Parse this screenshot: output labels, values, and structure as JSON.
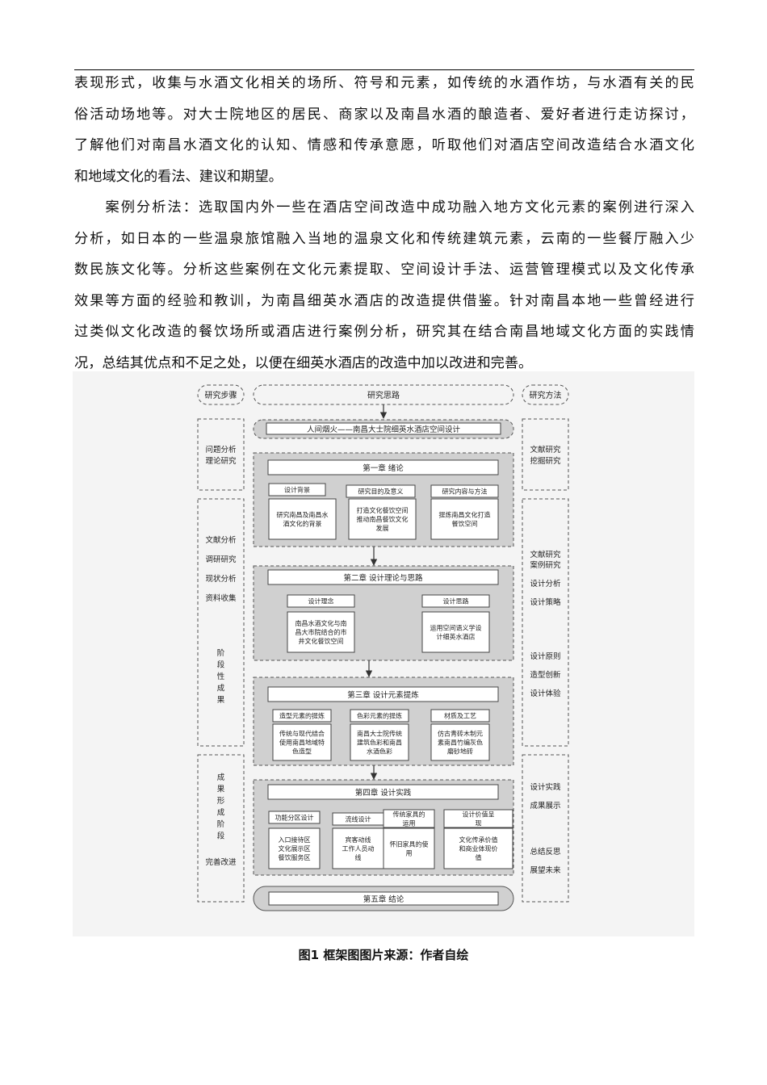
{
  "paragraphs": [
    {
      "lines": [
        "表现形式，收集与水酒文化相关的场所、符号和元素，如传统的水酒作坊，与水酒有关的民",
        "俗活动场地等。对大士院地区的居民、商家以及南昌水酒的酿造者、爱好者进行走访探讨，",
        "了解他们对南昌水酒文化的认知、情感和传承意愿，听取他们对酒店空间改造结合水酒文化",
        "和地域文化的看法、建议和期望。"
      ]
    },
    {
      "lines": [
        "　　案例分析法：选取国内外一些在酒店空间改造中成功融入地方文化元素的案例进行深入",
        "分析，如日本的一些温泉旅馆融入当地的温泉文化和传统建筑元素，云南的一些餐厅融入少",
        "数民族文化等。分析这些案例在文化元素提取、空间设计手法、运营管理模式以及文化传承",
        "效果等方面的经验和教训，为南昌细英水酒店的改造提供借鉴。针对南昌本地一些曾经进行",
        "过类似文化改造的餐饮场所或酒店进行案例分析，研究其在结合南昌地域文化方面的实践情",
        "况，总结其优点和不足之处，以便在细英水酒店的改造中加以改进和完善。"
      ]
    }
  ],
  "figure": {
    "header": {
      "left": "研究步骤",
      "center": "研究思路",
      "right": "研究方法"
    },
    "title_bar": "人间烟火——南昌大士院细英水酒店空间设计",
    "left_column": {
      "box1": [
        "问题分析",
        "理论研究"
      ],
      "box2": [
        "文献分析",
        "调研研究",
        "现状分析",
        "资料收集"
      ],
      "box2_vertical": [
        "阶",
        "段",
        "性",
        "成",
        "果"
      ],
      "box3_vertical": [
        "成",
        "果",
        "形",
        "成",
        "阶",
        "段"
      ],
      "box3_tail": "完善改进"
    },
    "right_column": {
      "box1": [
        "文献研究",
        "挖掘研究"
      ],
      "box2": [
        "文献研究",
        "案例研究",
        "设计分析",
        "设计策略",
        "设计原则",
        "造型创新",
        "设计体验"
      ],
      "box3": [
        "设计实践",
        "成果展示",
        "总结反思",
        "展望未来"
      ]
    },
    "chapter1": {
      "title": "第一章  绪论",
      "items": [
        {
          "label": "设计背景",
          "content": [
            "研究南昌及南昌水",
            "酒文化的背景"
          ]
        },
        {
          "label": "研究目的及意义",
          "content": [
            "打造文化餐饮空间",
            "推动南昌餐饮文化",
            "发展"
          ]
        },
        {
          "label": "研究内容与方法",
          "content": [
            "提炼南昌文化打造",
            "餐饮空间"
          ]
        }
      ]
    },
    "chapter2": {
      "title": "第二章  设计理论与思路",
      "items": [
        {
          "label": "设计理念",
          "content": [
            "南昌水酒文化与南",
            "昌大市院结合的市",
            "井文化餐饮空间"
          ]
        },
        {
          "label": "设计思路",
          "content": [
            "运用空间语义学设",
            "计细英水酒店"
          ]
        }
      ]
    },
    "chapter3": {
      "title": "第三章  设计元素提炼",
      "items": [
        {
          "label": "造型元素的提炼",
          "content": [
            "传统与现代结合",
            "使用南昌地域特",
            "色造型"
          ]
        },
        {
          "label": "色彩元素的提炼",
          "content": [
            "南昌大士院传统",
            "建筑色彩和南昌",
            "水酒色彩"
          ]
        },
        {
          "label": "材质及工艺",
          "content": [
            "仿古青砖木制元",
            "素南昌竹编灰色",
            "磨砂地砖"
          ]
        }
      ]
    },
    "chapter4": {
      "title": "第四章  设计实践",
      "items": [
        {
          "label": [
            "功能分区设计"
          ],
          "content": [
            "入口接待区",
            "文化展示区",
            "餐饮服务区"
          ]
        },
        {
          "label": [
            "流线设计"
          ],
          "content": [
            "宾客动线",
            "工作人员动",
            "线"
          ]
        },
        {
          "label": [
            "传统家具的",
            "运用"
          ],
          "content": [
            "怀旧家具的使",
            "用"
          ]
        },
        {
          "label": [
            "设计价值呈",
            "现"
          ],
          "content": [
            "文化传承价值",
            "和商业体现价",
            "值"
          ]
        }
      ]
    },
    "chapter5": {
      "title": "第五章  结论"
    }
  },
  "caption": "图1  框架图图片来源：作者自绘"
}
